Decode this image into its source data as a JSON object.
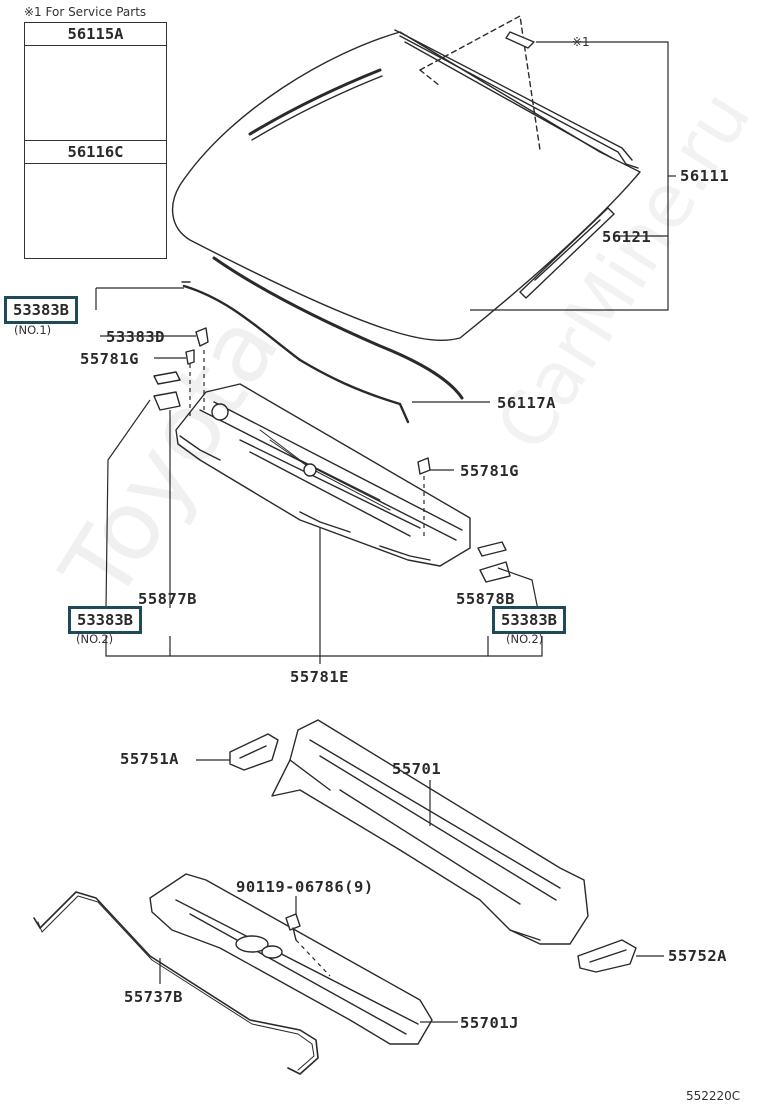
{
  "note": "※1 For Service Parts",
  "inset": {
    "part_a": "56115A",
    "part_b": "56116C"
  },
  "labels": {
    "p56111": "56111",
    "p56121": "56121",
    "p56117A": "56117A",
    "p53383B_no1": "53383B",
    "no1": "(NO.1)",
    "p53383D": "53383D",
    "p55781G_left": "55781G",
    "p55781G_right": "55781G",
    "p55877B": "55877B",
    "p55878B": "55878B",
    "p53383B_no2_left": "53383B",
    "no2_left": "(NO.2)",
    "p53383B_no2_right": "53383B",
    "no2_right": "(NO.2)",
    "p55781E": "55781E",
    "p55751A": "55751A",
    "p55701": "55701",
    "p90119": "90119-06786(9)",
    "p55752A": "55752A",
    "p55737B": "55737B",
    "p55701J": "55701J",
    "ref1": "※1",
    "diagram_code": "552220C"
  },
  "watermark": {
    "line1": "Toyota",
    "line2": "CarMine.ru"
  }
}
